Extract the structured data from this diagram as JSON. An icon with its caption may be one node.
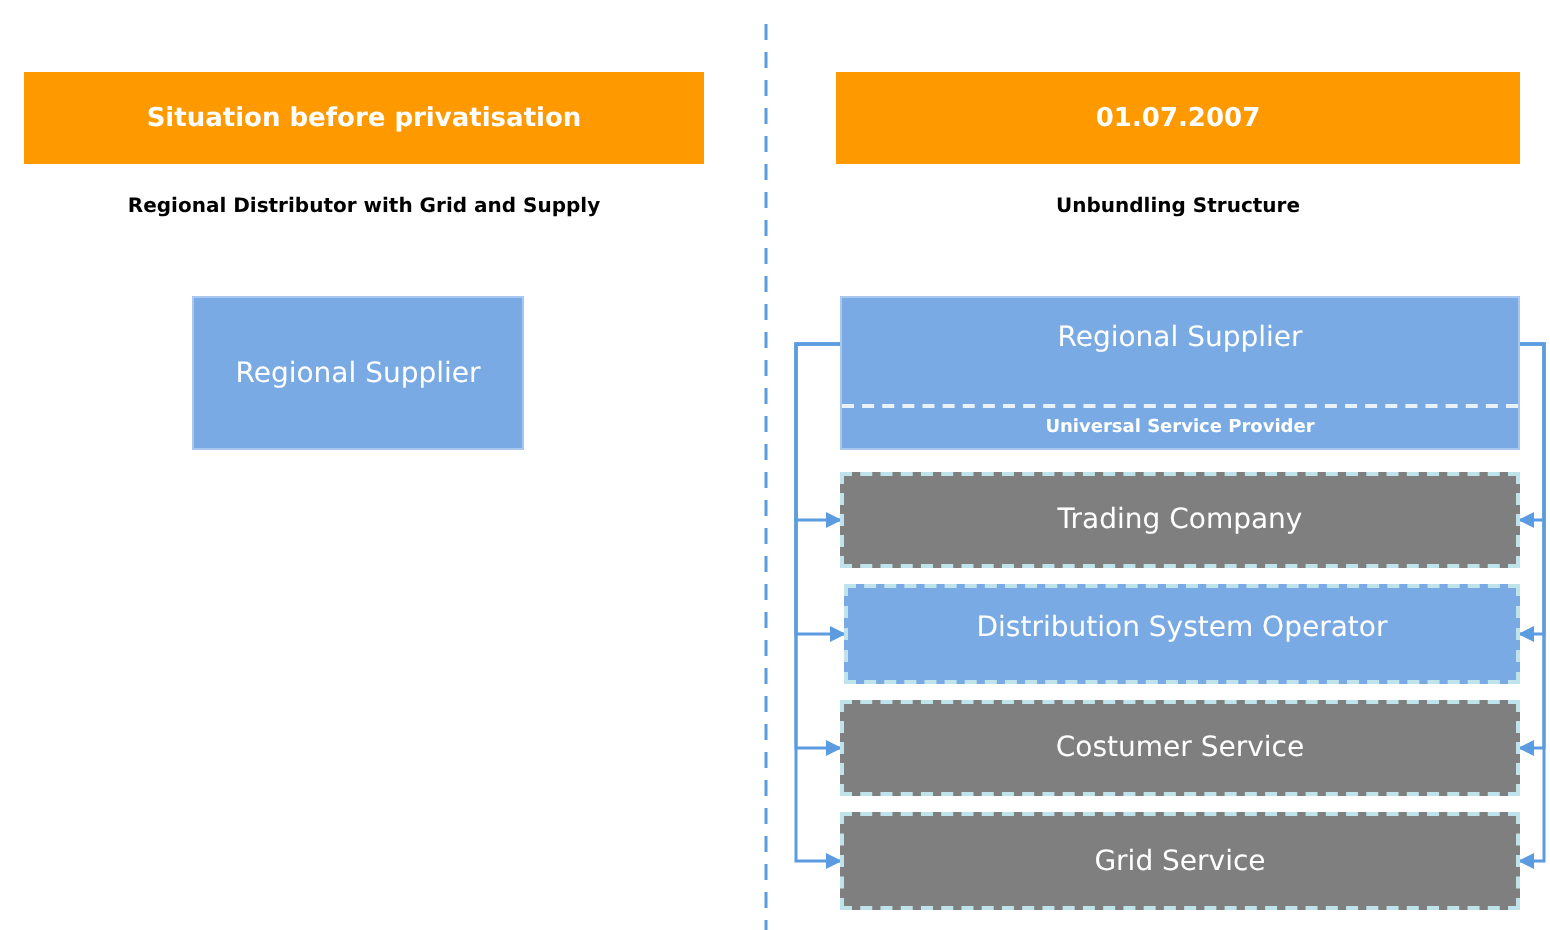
{
  "diagram": {
    "nodes": [
      {
        "text": [
          "Situation before privatisation"
        ]
      },
      {
        "text": [
          "01.07.2007"
        ]
      },
      {
        "text": [
          "Regional Supplier"
        ]
      },
      {
        "text": [
          "Regional Supplier",
          "Universal Service Provider"
        ]
      },
      {
        "text": [
          "Trading Company"
        ]
      },
      {
        "text": [
          "Distribution System Operator"
        ]
      },
      {
        "text": [
          "Costumer Service"
        ]
      },
      {
        "text": [
          "Grid Service"
        ]
      }
    ],
    "edges": [
      {
        "from": 3,
        "to": 4,
        "arrow": "to"
      },
      {
        "from": 3,
        "to": 5,
        "arrow": "to"
      },
      {
        "from": 3,
        "to": 6,
        "arrow": "to"
      },
      {
        "from": 3,
        "to": 7,
        "arrow": "to"
      },
      {
        "from": 3,
        "to": 4,
        "arrow": "to"
      },
      {
        "from": 3,
        "to": 5,
        "arrow": "to"
      },
      {
        "from": 3,
        "to": 6,
        "arrow": "to"
      },
      {
        "from": 3,
        "to": 7,
        "arrow": "to"
      }
    ],
    "labels": [
      "Regional Distributor with Grid and Supply",
      "Unbundling Structure"
    ]
  }
}
